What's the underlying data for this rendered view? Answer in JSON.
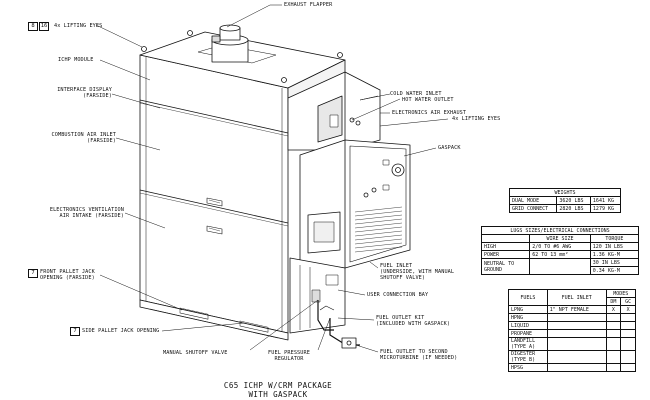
{
  "labels": {
    "exhaust_flapper": "EXHAUST FLAPPER",
    "lifting_eyes_top": "4x LIFTING EYES",
    "badge_8": "8",
    "badge_16": "16",
    "ichp_module": "ICHP MODULE",
    "interface_display": "INTERFACE DISPLAY\n(FARSIDE)",
    "combustion_air": "COMBUSTION AIR INLET\n(FARSIDE)",
    "electronics_vent": "ELECTRONICS VENTILATION\nAIR INTAKE (FARSIDE)",
    "badge_7a": "7",
    "front_pallet": "FRONT PALLET JACK\nOPENING (FARSIDE)",
    "badge_7b": "7",
    "side_pallet": "SIDE PALLET JACK OPENING",
    "manual_shutoff": "MANUAL SHUTOFF VALVE",
    "fuel_pressure": "FUEL PRESSURE\nREGULATOR",
    "cold_water": "COLD WATER INLET",
    "hot_water": "HOT WATER OUTLET",
    "electronics_exhaust": "ELECTRONICS AIR EXHAUST",
    "lifting_eyes_right": "4x LIFTING EYES",
    "gaspack": "GASPACK",
    "fuel_inlet": "FUEL INLET\n(UNDERSIDE, WITH MANUAL\nSHUTOFF VALVE)",
    "user_connection": "USER CONNECTION BAY",
    "fuel_outlet_kit": "FUEL OUTLET KIT\n(INCLUDED WITH GASPACK)",
    "fuel_outlet_second": "FUEL OUTLET TO SECOND\nMICROTURBINE (IF NEEDED)"
  },
  "caption": {
    "line1": "C65 ICHP W/CRM PACKAGE",
    "line2": "WITH GASPACK"
  },
  "weights": {
    "title": "WEIGHTS",
    "rows": [
      {
        "mode": "DUAL MODE",
        "lbs": "3620 LBS",
        "kg": "1641 KG"
      },
      {
        "mode": "GRID CONNECT",
        "lbs": "2820 LBS",
        "kg": "1279 KG"
      }
    ]
  },
  "lugs": {
    "title": "LUGS SIZES/ELECTRICAL CONNECTIONS",
    "col_wire": "WIRE SIZE",
    "col_torque": "TORQUE",
    "rows": [
      {
        "name": "HIGH",
        "wire": "2/0 TO #6 AWG",
        "torque": "120 IN LBS"
      },
      {
        "name": "POWER",
        "wire": "62 TO 13 mm²",
        "torque": "1.36 KG-M"
      },
      {
        "name": "NEUTRAL TO\nGROUND",
        "wire": "",
        "torque": "30 IN LBS"
      },
      {
        "name": "",
        "wire": "",
        "torque": "0.34 KG-M"
      }
    ]
  },
  "fuels": {
    "col_fuels": "FUELS",
    "col_inlet": "FUEL INLET",
    "col_modes": "MODES",
    "col_dm": "DM",
    "col_gc": "GC",
    "rows": [
      {
        "fuel": "LPNG",
        "inlet": "1\" NPT FEMALE",
        "dm": "X",
        "gc": "X"
      },
      {
        "fuel": "HPNG",
        "inlet": "",
        "dm": "",
        "gc": ""
      },
      {
        "fuel": "LIQUID",
        "inlet": "",
        "dm": "",
        "gc": ""
      },
      {
        "fuel": "PROPANE",
        "inlet": "",
        "dm": "",
        "gc": ""
      },
      {
        "fuel": "LANDFILL\n(TYPE A)",
        "inlet": "",
        "dm": "",
        "gc": ""
      },
      {
        "fuel": "DIGESTER\n(TYPE B)",
        "inlet": "",
        "dm": "",
        "gc": ""
      },
      {
        "fuel": "HPSG",
        "inlet": "",
        "dm": "",
        "gc": ""
      }
    ]
  }
}
